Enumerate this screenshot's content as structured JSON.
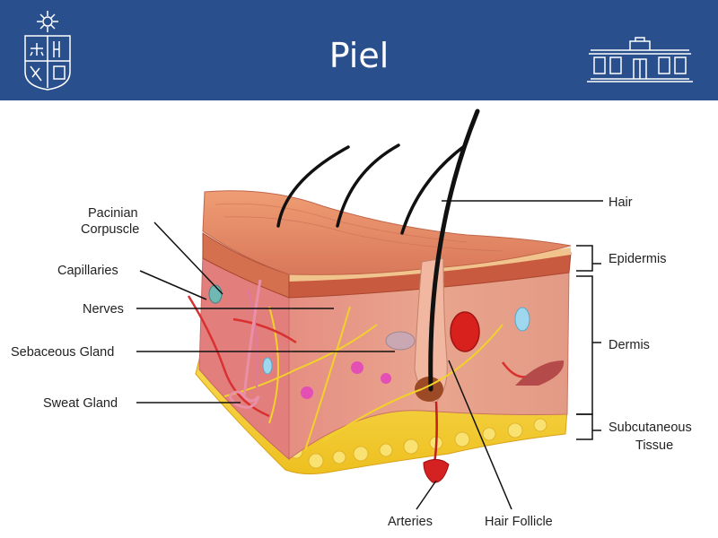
{
  "slide": {
    "title": "Piel"
  },
  "labels": {
    "hair": "Hair",
    "epidermis": "Epidermis",
    "dermis": "Dermis",
    "subcutaneous_1": "Subcutaneous",
    "subcutaneous_2": "Tissue",
    "pacinian_1": "Pacinian",
    "pacinian_2": "Corpuscle",
    "capillaries": "Capillaries",
    "nerves": "Nerves",
    "sebaceous": "Sebaceous Gland",
    "sweat": "Sweat Gland",
    "arteries": "Arteries",
    "hair_follicle": "Hair Follicle"
  },
  "colors": {
    "header": "#2a4f8d",
    "fat": "#f3cf36",
    "dermis": "#e7a08c",
    "epidermis": "#c9573f",
    "surface": "#e6946f"
  }
}
